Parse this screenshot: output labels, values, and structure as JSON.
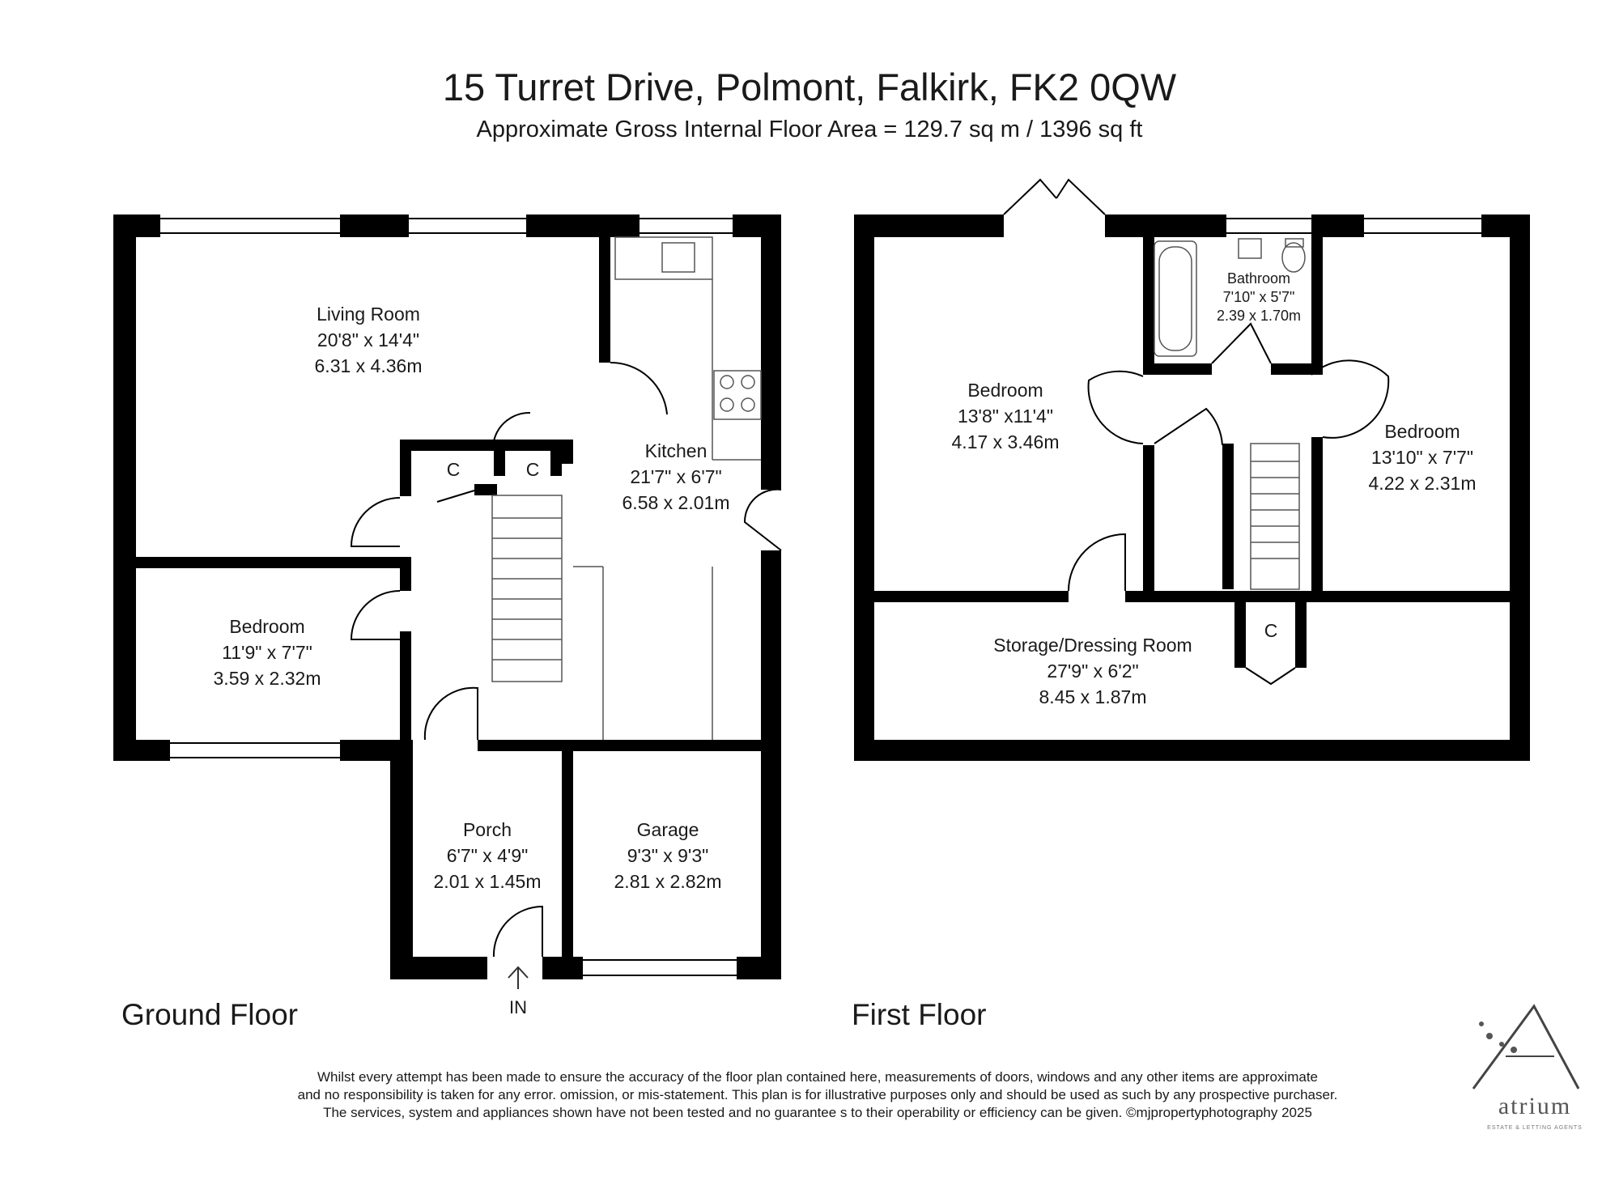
{
  "header": {
    "title": "15 Turret Drive, Polmont, Falkirk, FK2 0QW",
    "subtitle": "Approximate Gross Internal Floor Area  =  129.7 sq m  / 1396 sq ft"
  },
  "ground_floor": {
    "label": "Ground Floor",
    "entrance": "IN",
    "rooms": {
      "living": {
        "name": "Living Room",
        "imperial": "20'8\" x 14'4\"",
        "metric": "6.31 x 4.36m"
      },
      "kitchen": {
        "name": "Kitchen",
        "imperial": "21'7\" x 6'7\"",
        "metric": "6.58 x 2.01m"
      },
      "bedroom": {
        "name": "Bedroom",
        "imperial": "11'9\" x 7'7\"",
        "metric": "3.59 x 2.32m"
      },
      "porch": {
        "name": "Porch",
        "imperial": "6'7\" x 4'9\"",
        "metric": "2.01 x 1.45m"
      },
      "garage": {
        "name": "Garage",
        "imperial": "9'3\" x 9'3\"",
        "metric": "2.81 x 2.82m"
      },
      "cupboard1": {
        "name": "C"
      },
      "cupboard2": {
        "name": "C"
      }
    }
  },
  "first_floor": {
    "label": "First Floor",
    "rooms": {
      "bedroom_left": {
        "name": "Bedroom",
        "imperial": "13'8\" x11'4\"",
        "metric": "4.17 x 3.46m"
      },
      "bathroom": {
        "name": "Bathroom",
        "imperial": "7'10\" x 5'7\"",
        "metric": "2.39 x 1.70m"
      },
      "bedroom_right": {
        "name": "Bedroom",
        "imperial": "13'10\" x 7'7\"",
        "metric": "4.22 x 2.31m"
      },
      "storage": {
        "name": "Storage/Dressing Room",
        "imperial": "27'9\" x 6'2\"",
        "metric": "8.45 x 1.87m"
      },
      "cupboard": {
        "name": "C"
      }
    }
  },
  "disclaimer": [
    "Whilst every attempt has been made to ensure the accuracy of the floor plan contained here, measurements of doors, windows and any other items are approximate",
    "and no responsibility is taken for any error. omission, or mis-statement. This plan is for illustrative purposes only and should be used as such by any prospective purchaser.",
    "The services, system and appliances shown have not been  tested and no guarantee s to their operability or efficiency can be given.   ©mjpropertyphotography  2025"
  ],
  "logo": {
    "word": "atrium",
    "tagline": "ESTATE & LETTING AGENTS",
    "accent": "#555555"
  },
  "colors": {
    "wall": "#000000",
    "fixture": "#555555"
  }
}
